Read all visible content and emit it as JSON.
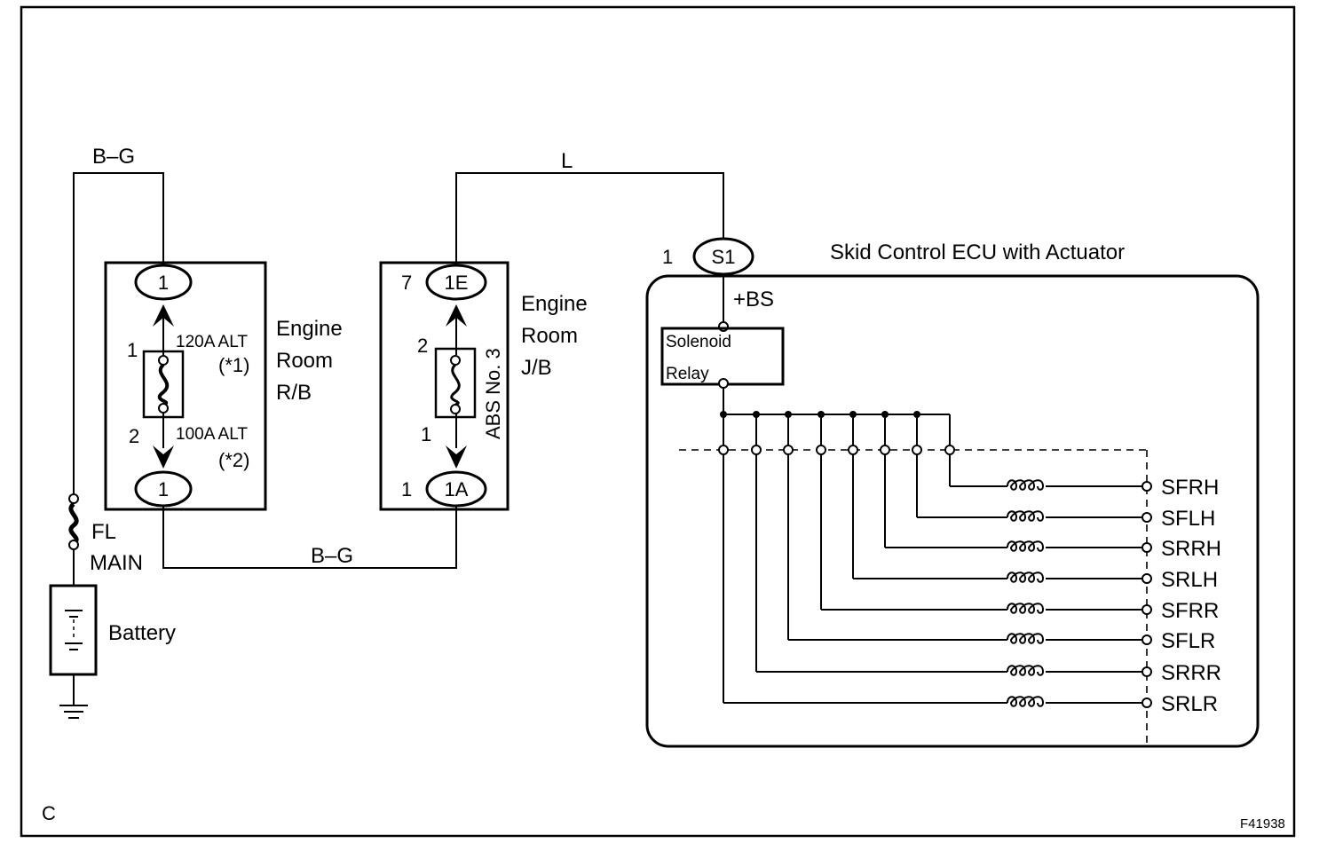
{
  "sheet_code": "C",
  "figure_id": "F41938",
  "wires": {
    "bg_top": "B–G",
    "bg_bottom": "B–G",
    "l_top": "L"
  },
  "rb": {
    "pin_top": "1",
    "pin_bottom": "1",
    "fuse_pin_top": "1",
    "fuse_pin_bottom": "2",
    "fuse_120": "120A ALT",
    "note_1": "(*1)",
    "fuse_100": "100A ALT",
    "note_2": "(*2)",
    "label_line1": "Engine",
    "label_line2": "Room",
    "label_line3": "R/B"
  },
  "jb": {
    "pin_top_num": "7",
    "pin_top": "1E",
    "pin_bottom_num": "1",
    "pin_bottom": "1A",
    "fuse_pin_top": "2",
    "fuse_pin_bottom": "1",
    "fuse_name": "ABS No. 3",
    "label_line1": "Engine",
    "label_line2": "Room",
    "label_line3": "J/B"
  },
  "battery": {
    "fuse_line1": "FL",
    "fuse_line2": "MAIN",
    "label": "Battery"
  },
  "ecu": {
    "connector_num": "1",
    "connector": "S1",
    "title": "Skid Control ECU with Actuator",
    "terminal": "+BS",
    "relay_line1": "Solenoid",
    "relay_line2": "Relay",
    "solenoids": [
      "SFRH",
      "SFLH",
      "SRRH",
      "SRLH",
      "SFRR",
      "SFLR",
      "SRRR",
      "SRLR"
    ]
  }
}
